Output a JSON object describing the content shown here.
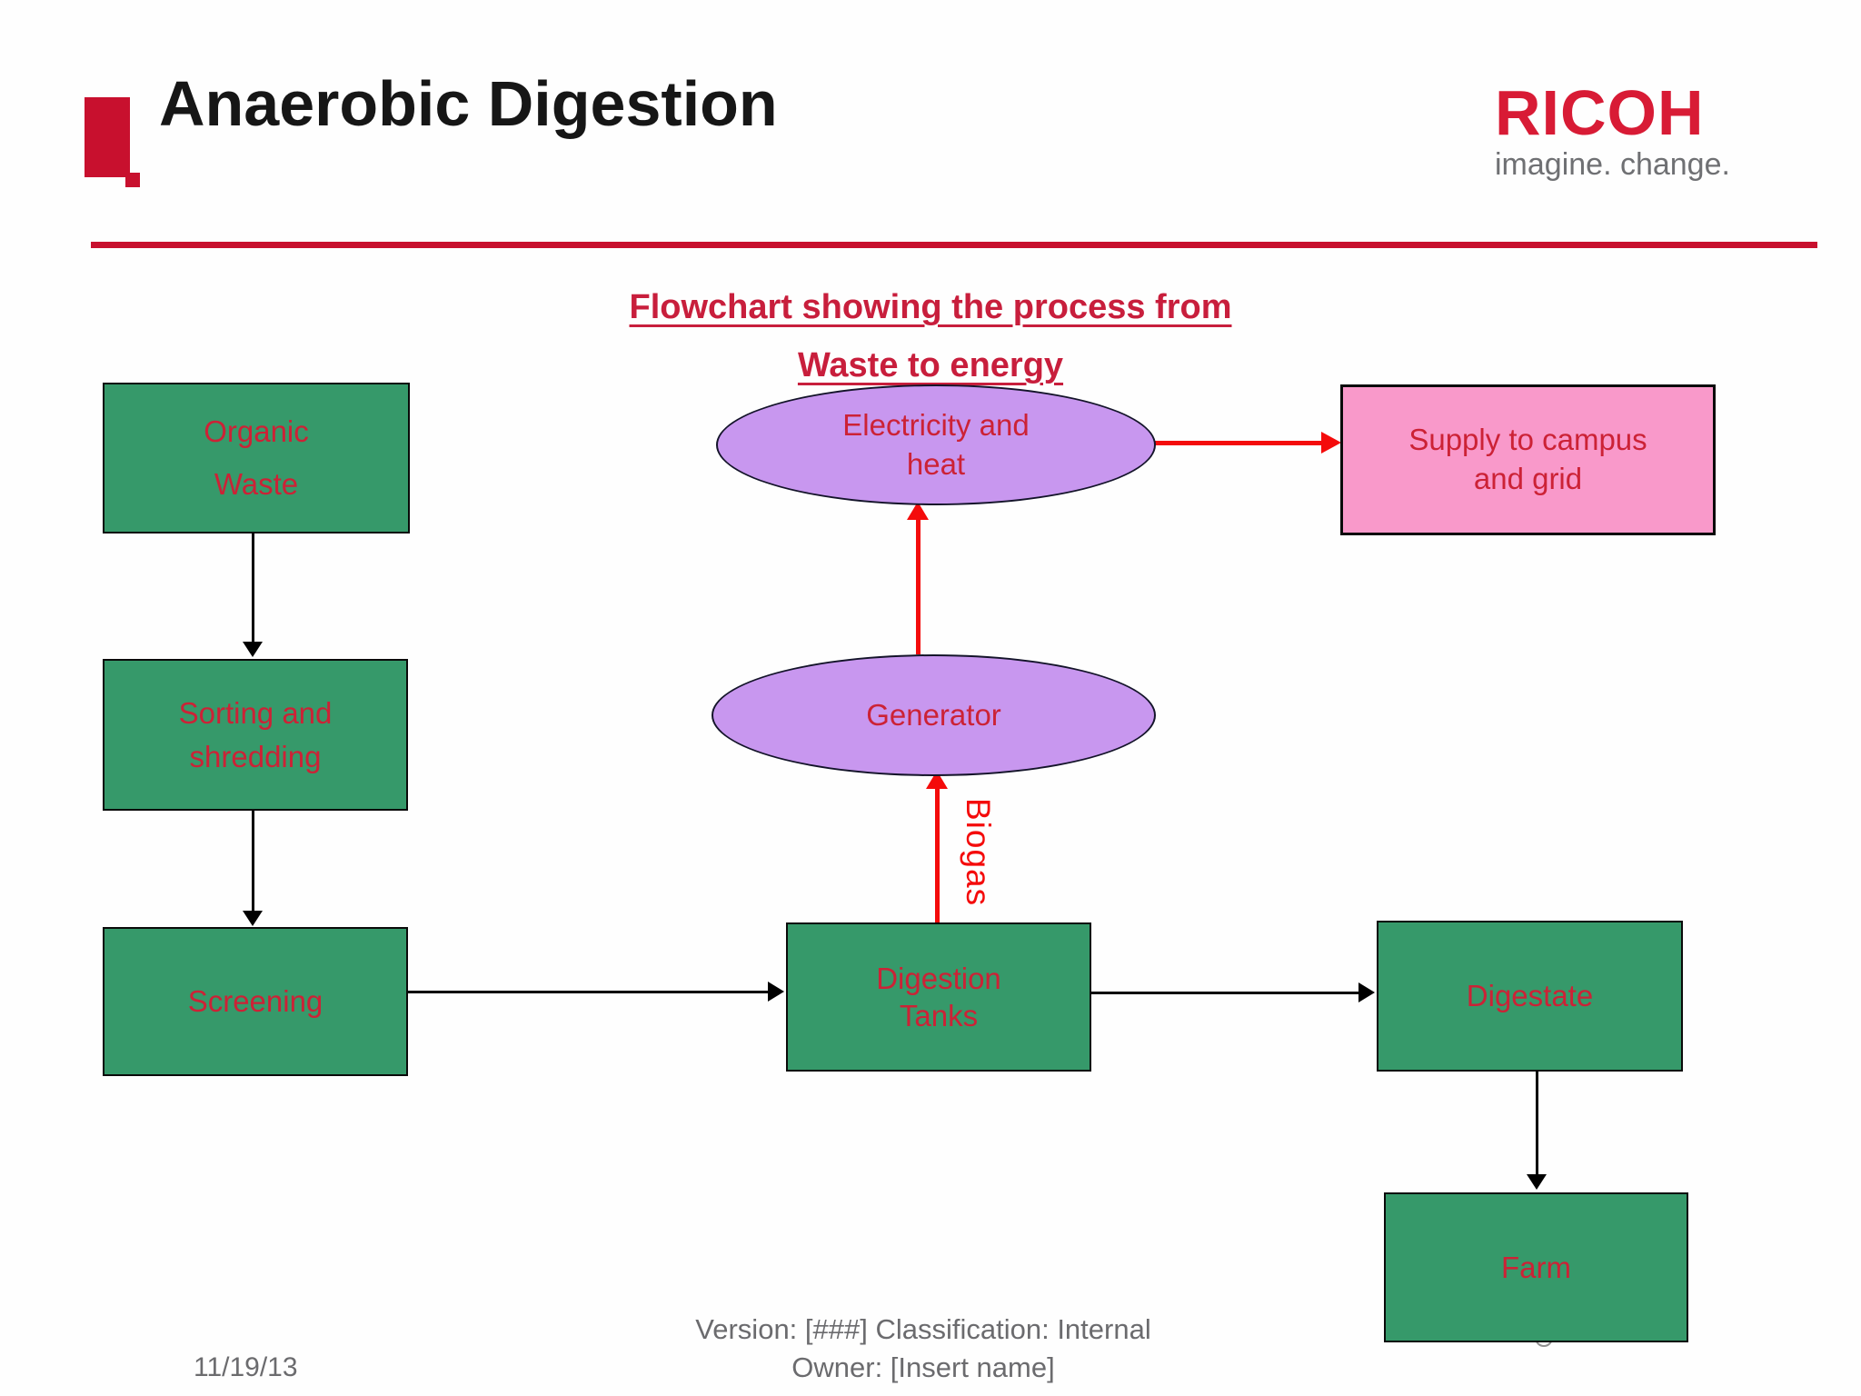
{
  "header": {
    "title": "Anaerobic Digestion",
    "logo_brand": "RICOH",
    "logo_tagline": "imagine. change."
  },
  "heading": {
    "line1": "Flowchart showing the process from",
    "line2": "Waste to energy"
  },
  "nodes": {
    "organic_waste": {
      "lines": [
        "Organic",
        "Waste"
      ],
      "shape": "rect",
      "fill": "#36996a"
    },
    "sorting": {
      "lines": [
        "Sorting and",
        "shredding"
      ],
      "shape": "rect",
      "fill": "#36996a"
    },
    "screening": {
      "lines": [
        "Screening"
      ],
      "shape": "rect",
      "fill": "#36996a"
    },
    "digestion": {
      "lines": [
        "Digestion",
        "Tanks"
      ],
      "shape": "rect",
      "fill": "#36996a"
    },
    "digestate": {
      "lines": [
        "Digestate"
      ],
      "shape": "rect",
      "fill": "#36996a"
    },
    "farm": {
      "lines": [
        "Farm"
      ],
      "shape": "rect",
      "fill": "#36996a"
    },
    "electricity": {
      "lines": [
        "Electricity and",
        "heat"
      ],
      "shape": "ellipse",
      "fill": "#c897ef"
    },
    "generator": {
      "lines": [
        "Generator"
      ],
      "shape": "ellipse",
      "fill": "#c897ef"
    },
    "supply": {
      "lines": [
        "Supply to campus",
        "and grid"
      ],
      "shape": "rect",
      "fill": "#f999ca"
    }
  },
  "edges": [
    {
      "from": "organic_waste",
      "to": "sorting",
      "color": "#000000",
      "label": ""
    },
    {
      "from": "sorting",
      "to": "screening",
      "color": "#000000",
      "label": ""
    },
    {
      "from": "screening",
      "to": "digestion",
      "color": "#000000",
      "label": ""
    },
    {
      "from": "digestion",
      "to": "digestate",
      "color": "#000000",
      "label": ""
    },
    {
      "from": "digestate",
      "to": "farm",
      "color": "#000000",
      "label": ""
    },
    {
      "from": "digestion",
      "to": "generator",
      "color": "#f40b0b",
      "label": "Biogas"
    },
    {
      "from": "generator",
      "to": "electricity",
      "color": "#f40b0b",
      "label": ""
    },
    {
      "from": "electricity",
      "to": "supply",
      "color": "#f40b0b",
      "label": ""
    }
  ],
  "biogas_label": "Biogas",
  "footer": {
    "date": "11/19/13",
    "version_line1": "Version: [###] Classification: Internal",
    "version_line2": "Owner: [Insert name]"
  },
  "colors": {
    "accent_red": "#c8102e",
    "heading_red": "#c81e3c",
    "node_text_red": "#cc2236",
    "arrow_red": "#f40b0b",
    "box_green": "#36996a",
    "ellipse_purple": "#c897ef",
    "box_pink": "#f999ca",
    "footer_gray": "#6b6b6e"
  }
}
